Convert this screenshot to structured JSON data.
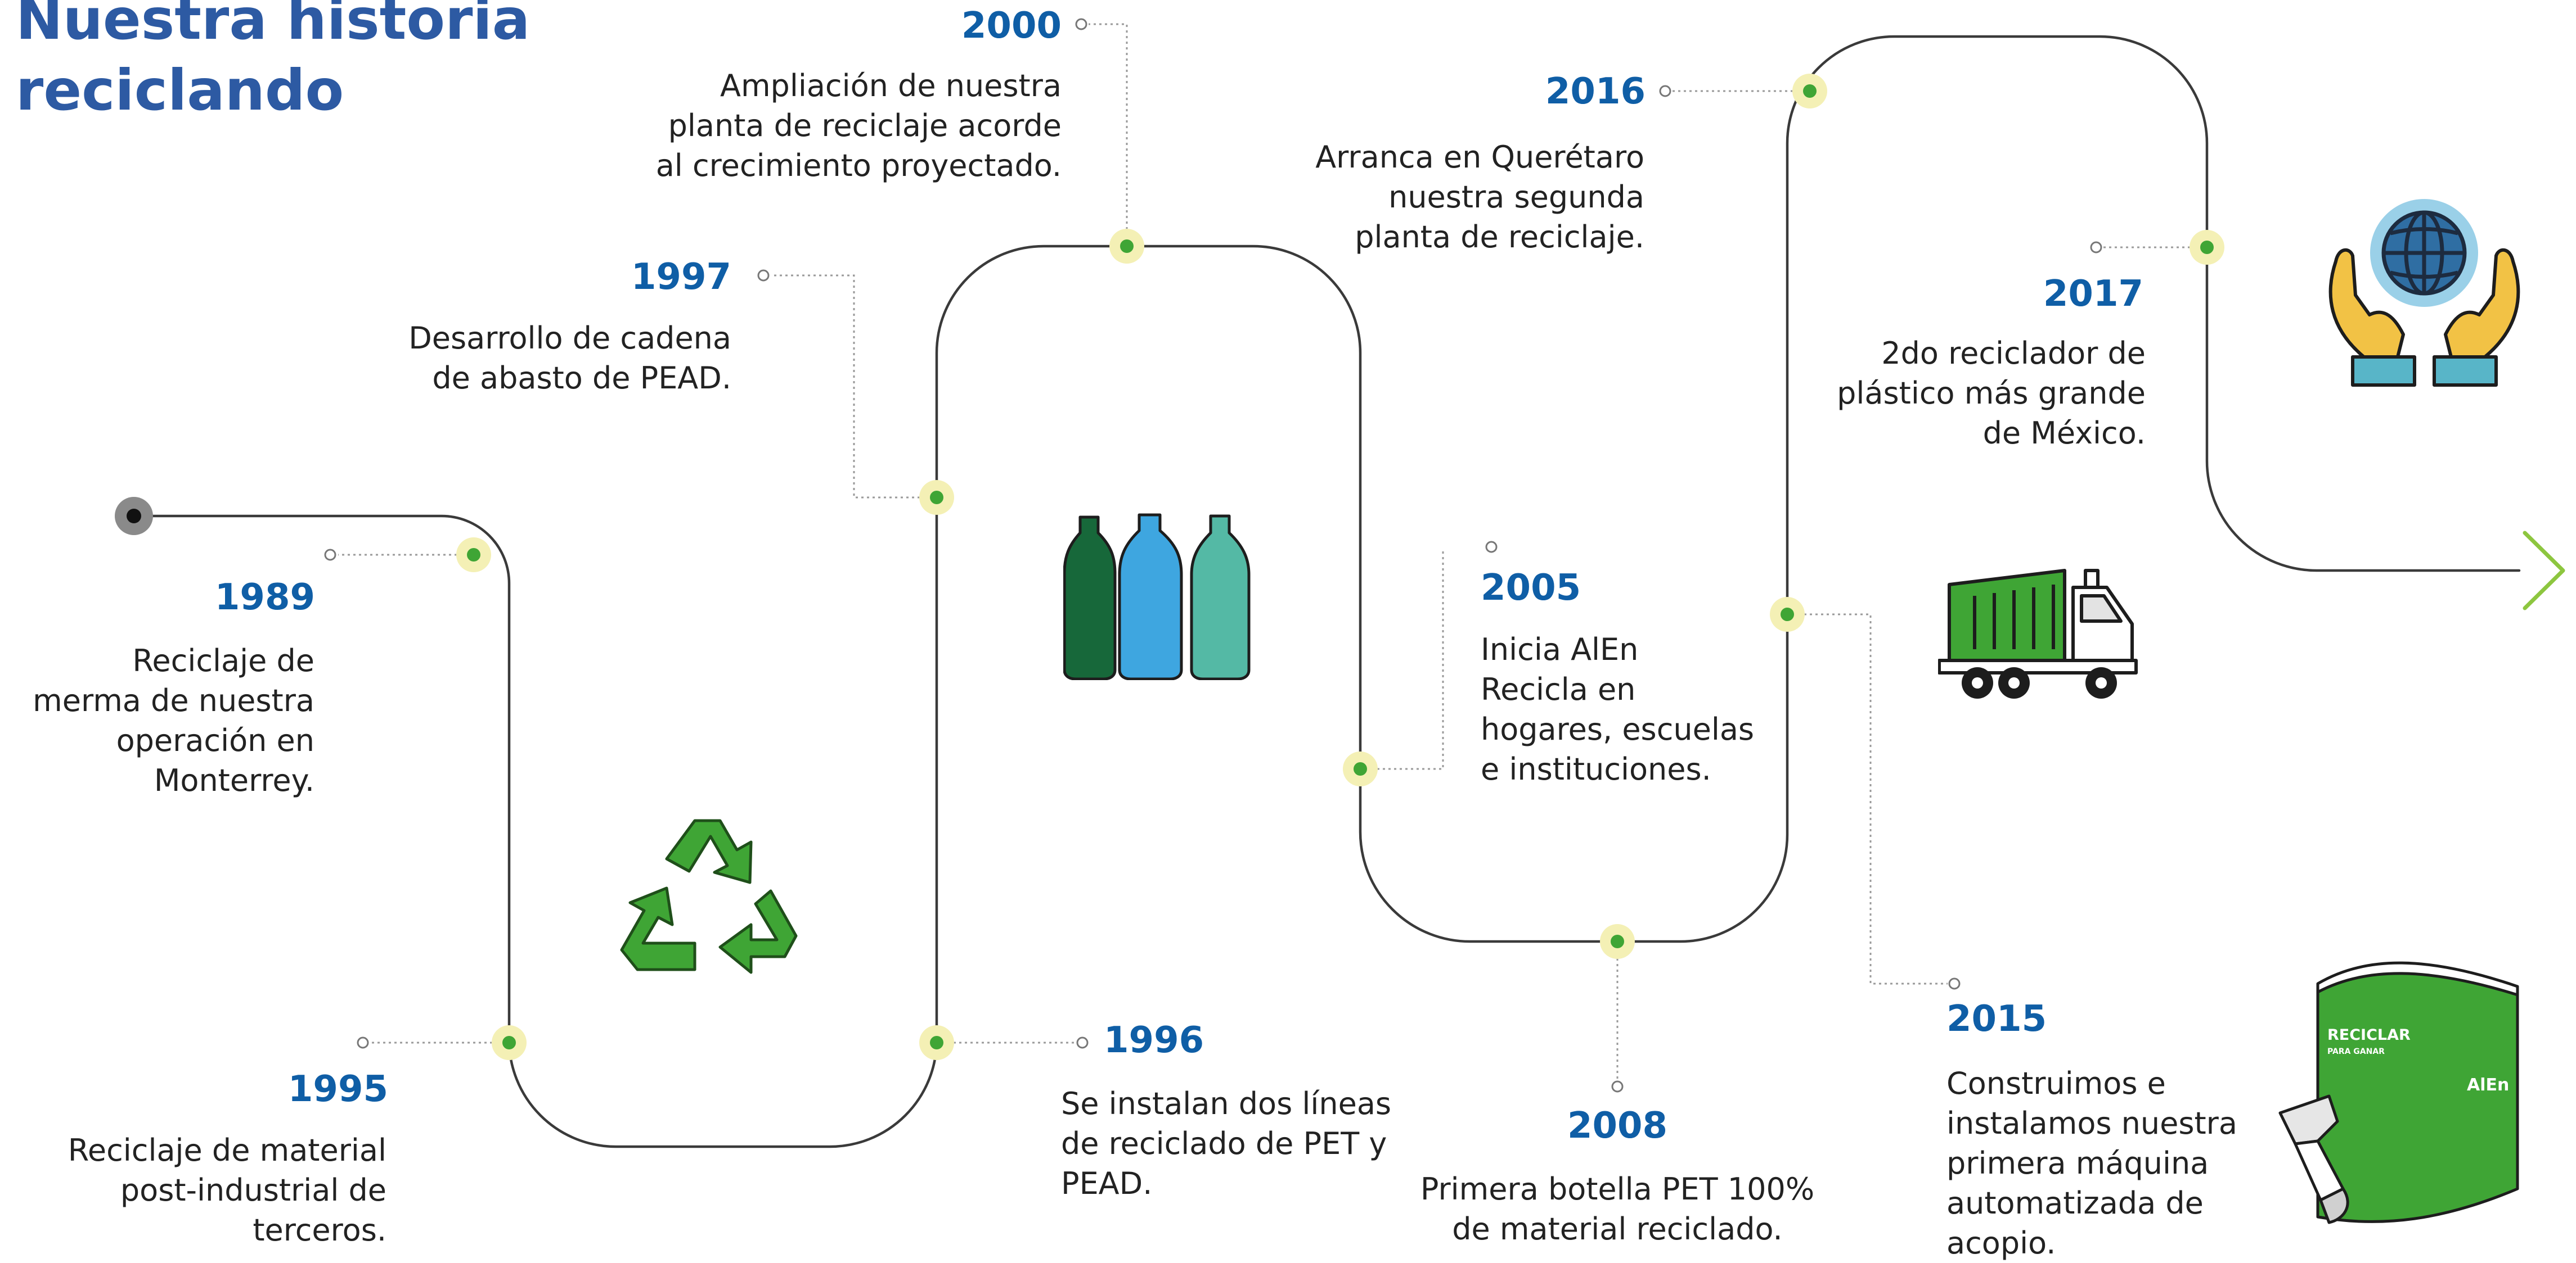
{
  "title": {
    "line1": "Nuestra historia",
    "line2": "reciclando"
  },
  "colors": {
    "title": "#2d5aa3",
    "year": "#0f5ea6",
    "text": "#222222",
    "path": "#3a3a3a",
    "node_halo": "#f4f0b5",
    "node_core": "#3fa535",
    "arrow": "#8dc63f"
  },
  "milestones": [
    {
      "year": "1989",
      "lines": [
        "Reciclaje de",
        "merma de nuestra",
        "operación en",
        "Monterrey."
      ]
    },
    {
      "year": "1995",
      "lines": [
        "Reciclaje de material",
        "post-industrial de",
        "terceros."
      ]
    },
    {
      "year": "1996",
      "lines": [
        "Se instalan dos líneas",
        "de reciclado de PET y",
        "PEAD."
      ]
    },
    {
      "year": "1997",
      "lines": [
        "Desarrollo de cadena",
        "de abasto de PEAD."
      ]
    },
    {
      "year": "2000",
      "lines": [
        "Ampliación de nuestra",
        "planta de reciclaje acorde",
        "al crecimiento proyectado."
      ]
    },
    {
      "year": "2005",
      "lines": [
        "Inicia AlEn",
        "Recicla en",
        "hogares, escuelas",
        "e instituciones."
      ]
    },
    {
      "year": "2008",
      "lines": [
        "Primera botella PET 100%",
        "de material reciclado."
      ]
    },
    {
      "year": "2015",
      "lines": [
        "Construimos e",
        "instalamos nuestra",
        "primera máquina",
        "automatizada de",
        "acopio."
      ]
    },
    {
      "year": "2016",
      "lines": [
        "Arranca en Querétaro",
        "nuestra segunda",
        "planta de reciclaje."
      ]
    },
    {
      "year": "2017",
      "lines": [
        "2do reciclador de",
        "plástico más grande",
        "de México."
      ]
    }
  ],
  "machine": {
    "label_line1": "RECICLAR",
    "label_line2": "PARA GANAR",
    "brand": "AlEn"
  },
  "icons": [
    "recycle-icon",
    "bottles-icon",
    "truck-icon",
    "globe-hands-icon",
    "collection-machine-icon",
    "arrow-right-icon"
  ]
}
